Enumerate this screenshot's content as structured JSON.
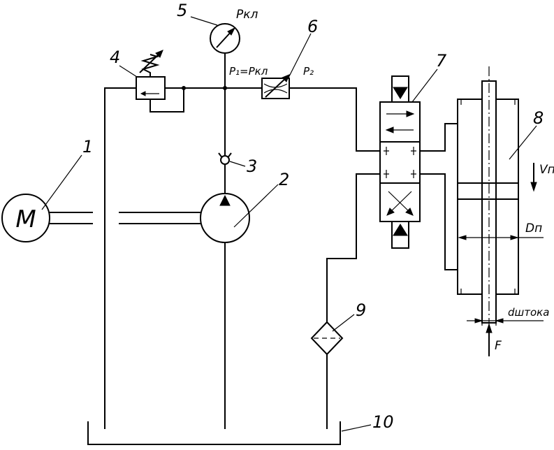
{
  "labels": {
    "motor_symbol": "M",
    "pressure_gauge": "Pкл",
    "pressure_p1": "P₁=Pкл",
    "pressure_p2": "P₂",
    "velocity": "Vп",
    "piston_diameter": "Dп",
    "rod_diameter": "dштока",
    "force": "F"
  },
  "callouts": [
    "1",
    "2",
    "3",
    "4",
    "5",
    "6",
    "7",
    "8",
    "9",
    "10"
  ]
}
